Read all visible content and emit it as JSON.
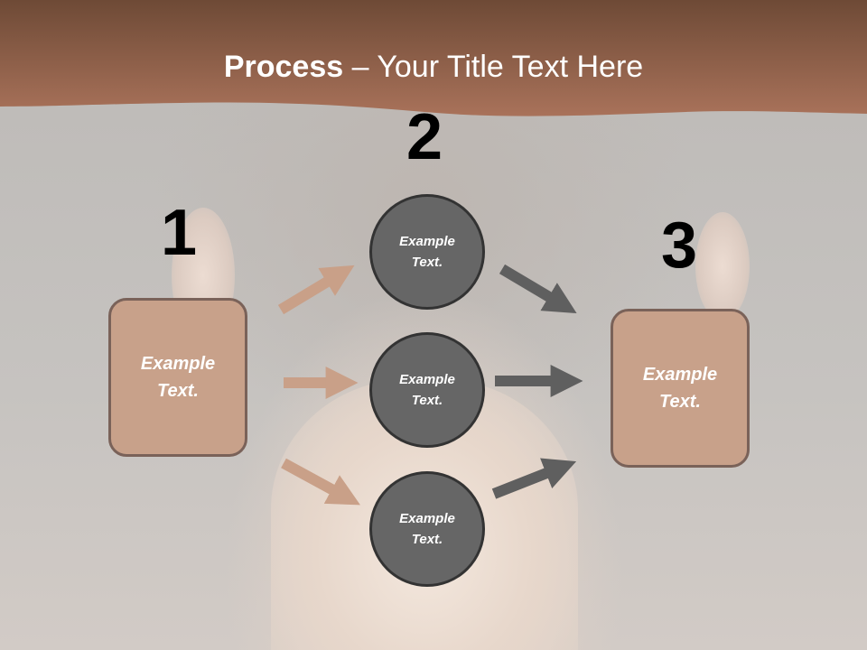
{
  "title": {
    "bold": "Process",
    "rest": " – Your Title Text Here"
  },
  "steps": [
    {
      "number": "1",
      "text": "Example\nText."
    },
    {
      "number": "2",
      "texts": [
        "Example\nText.",
        "Example\nText.",
        "Example\nText."
      ]
    },
    {
      "number": "3",
      "text": "Example\nText."
    }
  ],
  "colors": {
    "banner": "#9a6448",
    "box_fill": "#c8a18a",
    "box_border": "#7a6259",
    "circle_fill": "#666666",
    "circle_border": "#333333",
    "arrow_light": "#c9a088",
    "arrow_dark": "#5f5f5f"
  }
}
